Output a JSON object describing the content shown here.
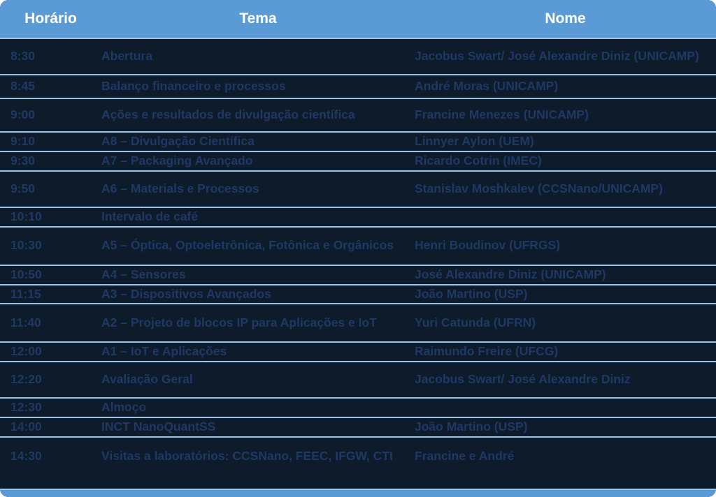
{
  "table": {
    "colors": {
      "header_bg": "#5B9BD5",
      "body_bg": "#0D1B2A",
      "text": "#1F3864",
      "divider": "#9DC3E6",
      "header_text": "#FFFFFF"
    },
    "headers": {
      "time": "Horário",
      "topic": "Tema",
      "name": "Nome"
    },
    "rows": [
      {
        "time": "8:30",
        "topic": "Abertura",
        "name": "Jacobus Swart/ José Alexandre Diniz (UNICAMP)"
      },
      {
        "time": "8:45",
        "topic": "Balanço financeiro e processos",
        "name": "André Moras (UNICAMP)"
      },
      {
        "time": "9:00",
        "topic": "Ações e resultados de divulgação científica",
        "name": "Francine Menezes (UNICAMP)"
      },
      {
        "time": "9:10",
        "topic": "A8 – Divulgação Científica",
        "name": "Linnyer Aylon (UEM)"
      },
      {
        "time": "9:30",
        "topic": "A7 – Packaging Avançado",
        "name": "Ricardo Cotrin (IMEC)"
      },
      {
        "time": "9:50",
        "topic": "A6 – Materials e Processos",
        "name": "Stanislav Moshkalev (CCSNano/UNICAMP)"
      },
      {
        "time": "10:10",
        "topic": "Intervalo de café",
        "name": ""
      },
      {
        "time": "10:30",
        "topic": "A5 – Óptica, Optoeletrônica, Fotônica e Orgânicos",
        "name": "Henri Boudinov (UFRGS)"
      },
      {
        "time": "10:50",
        "topic": "A4 – Sensores",
        "name": "José Alexandre Diniz (UNICAMP)"
      },
      {
        "time": "11:15",
        "topic": "A3 – Dispositivos Avançados",
        "name": "João Martino (USP)"
      },
      {
        "time": "11:40",
        "topic": "A2 – Projeto de blocos IP para Aplicações e IoT",
        "name": "Yuri Catunda (UFRN)"
      },
      {
        "time": "12:00",
        "topic": "A1 – IoT e Aplicações",
        "name": "Raimundo Freire (UFCG)"
      },
      {
        "time": "12:20",
        "topic": "Avaliação Geral",
        "name": "Jacobus Swart/ José Alexandre Diniz"
      },
      {
        "time": "12:30",
        "topic": "Almoço",
        "name": ""
      },
      {
        "time": "14:00",
        "topic": "INCT NanoQuantSS",
        "name": "João Martino (USP)"
      },
      {
        "time": "14:30",
        "topic": "Visitas a laboratórios: CCSNano, FEEC, IFGW, CTI",
        "name": "Francine e André"
      }
    ]
  }
}
